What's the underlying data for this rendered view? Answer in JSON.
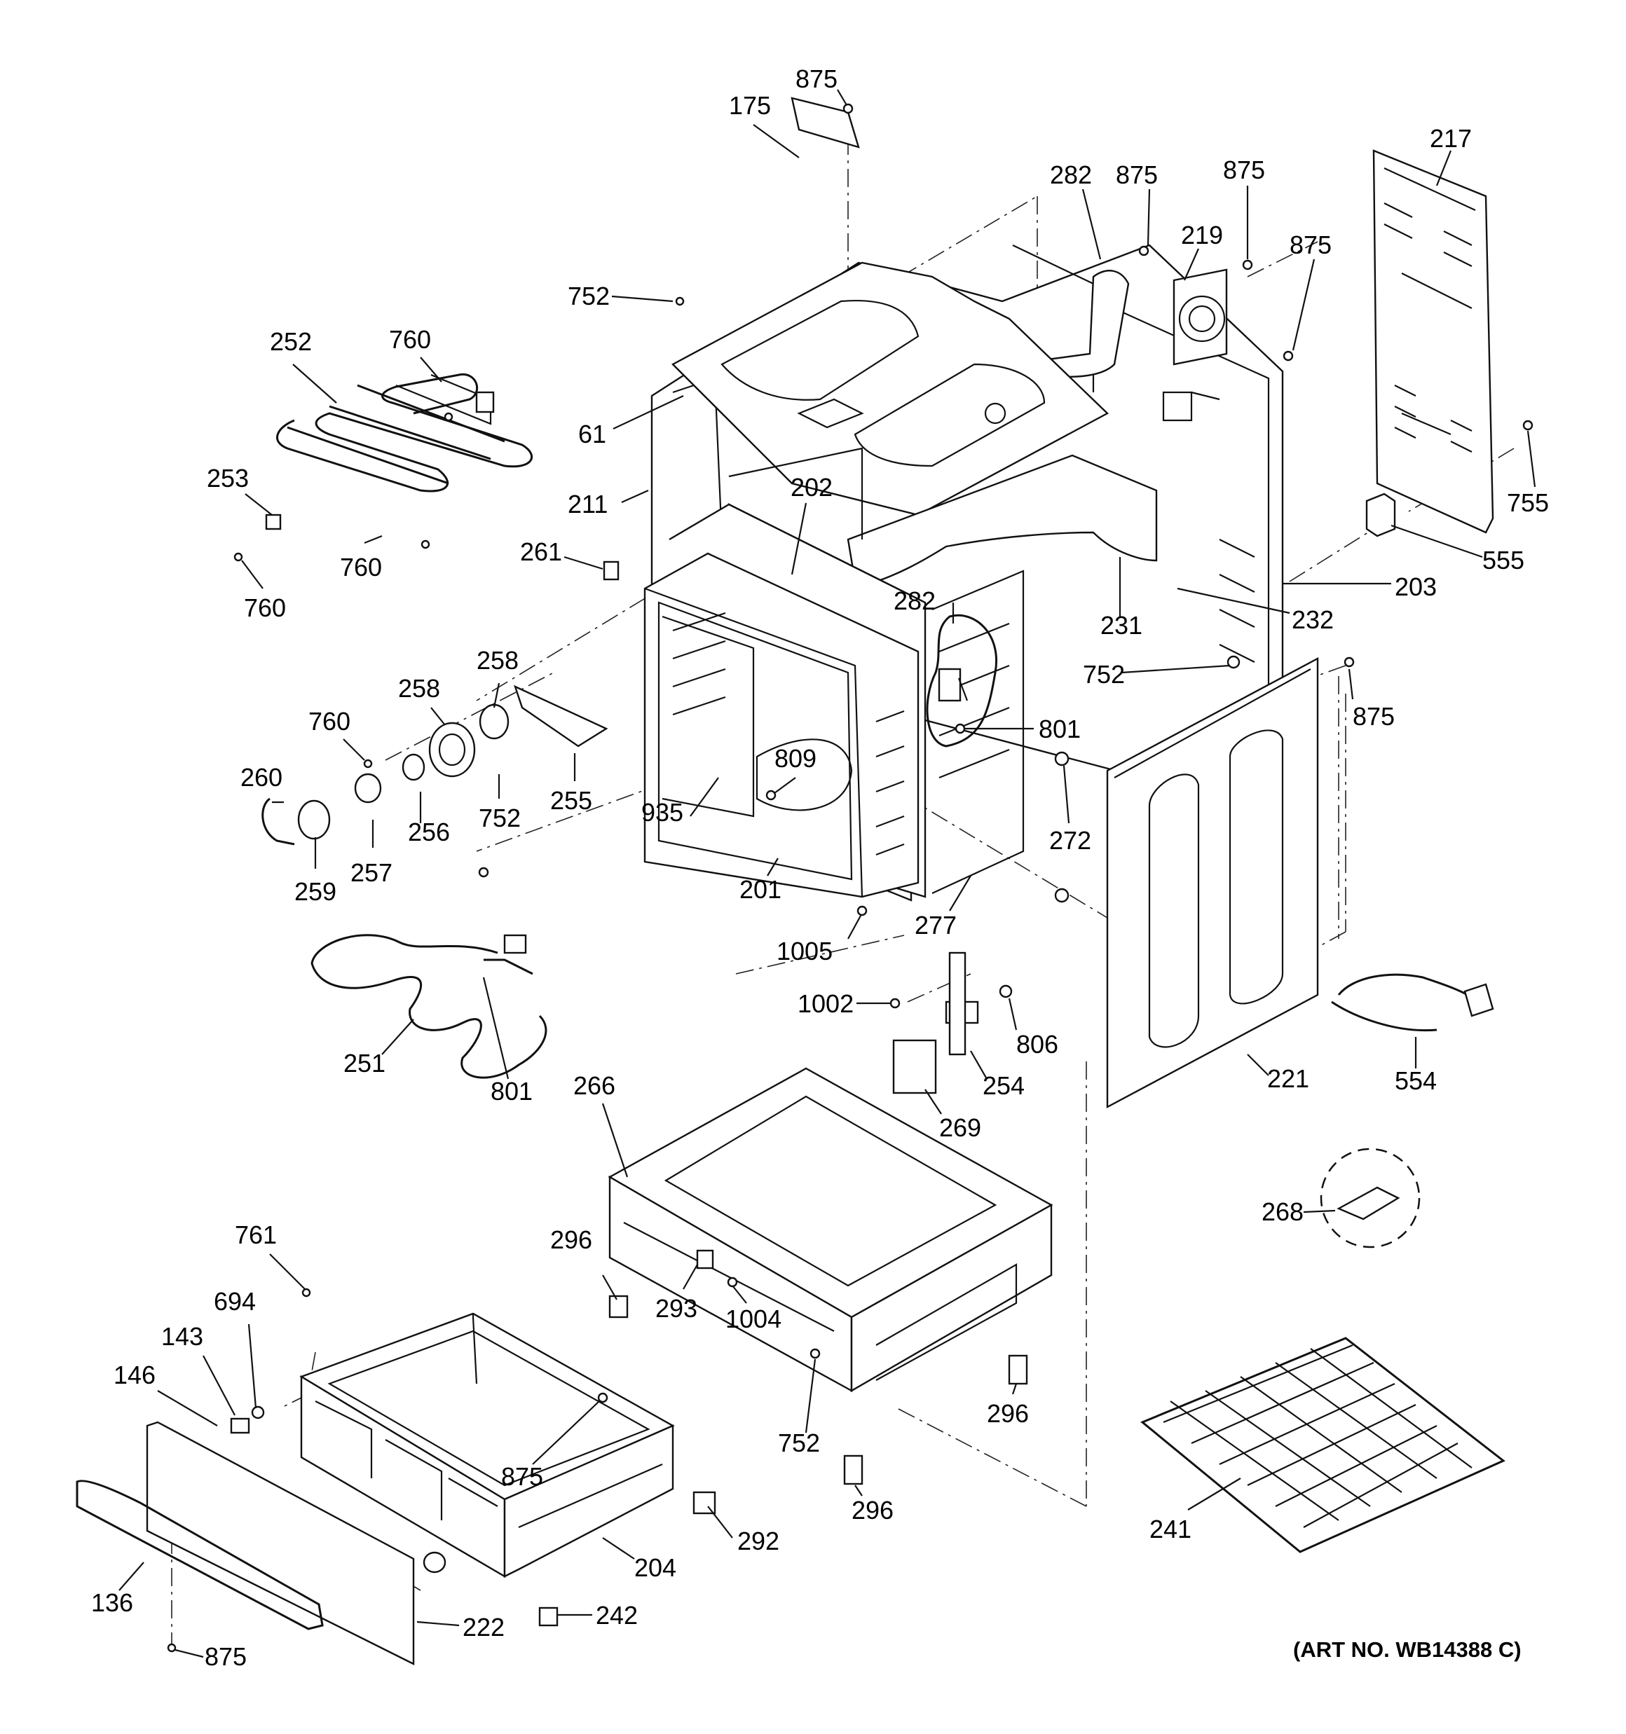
{
  "labels": {
    "l175": "175",
    "l875a": "875",
    "l752a": "752",
    "l61": "61",
    "l211": "211",
    "l202": "202",
    "l261": "261",
    "l282a": "282",
    "l875b": "875",
    "l875c": "875",
    "l219": "219",
    "l875d": "875",
    "l217": "217",
    "l755": "755",
    "l555": "555",
    "l203": "203",
    "l232": "232",
    "l231": "231",
    "l282b": "282",
    "l752b": "752",
    "l875e": "875",
    "l801a": "801",
    "l272": "272",
    "l252": "252",
    "l760a": "760",
    "l253": "253",
    "l760b": "760",
    "l760c": "760",
    "l258a": "258",
    "l258b": "258",
    "l760d": "760",
    "l260": "260",
    "l255": "255",
    "l752c": "752",
    "l256": "256",
    "l257": "257",
    "l259": "259",
    "l809": "809",
    "l935": "935",
    "l201": "201",
    "l277": "277",
    "l1005": "1005",
    "l251": "251",
    "l801b": "801",
    "l1002": "1002",
    "l806": "806",
    "l254": "254",
    "l269": "269",
    "l266": "266",
    "l221": "221",
    "l554": "554",
    "l268": "268",
    "l296a": "296",
    "l293": "293",
    "l1004": "1004",
    "l296b": "296",
    "l752d": "752",
    "l296c": "296",
    "l241": "241",
    "l761": "761",
    "l694": "694",
    "l143": "143",
    "l146": "146",
    "l875f": "875",
    "l292": "292",
    "l204": "204",
    "l136": "136",
    "l222": "222",
    "l242": "242",
    "l875g": "875"
  },
  "art_number": "(ART NO. WB14388 C)"
}
